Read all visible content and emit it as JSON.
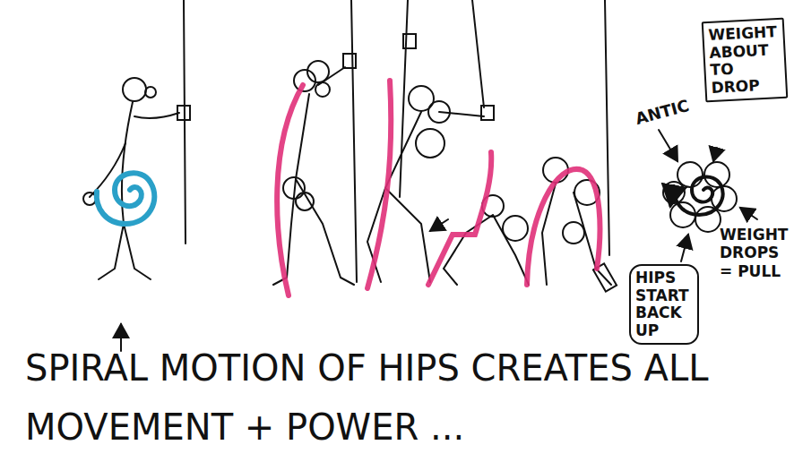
{
  "diagram": {
    "caption": "SPIRAL MOTION OF HIPS CREATES ALL MOVEMENT + POWER ...",
    "nodes": [
      {
        "text": [
          "WEIGHT ABOUT TO DROP"
        ]
      },
      {
        "text": [
          "HIPS START BACK UP"
        ]
      }
    ],
    "labels": [
      "ANTIC",
      "WEIGHT DROPS = PULL"
    ]
  }
}
